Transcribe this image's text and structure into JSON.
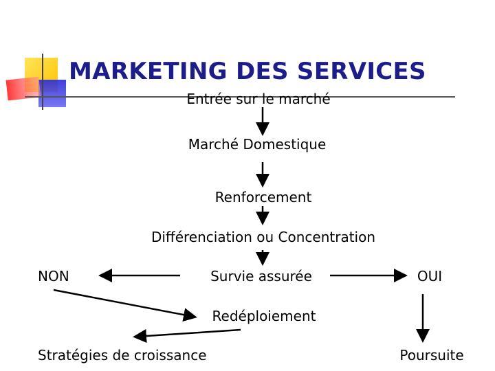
{
  "slide": {
    "title": "MARKETING DES SERVICES"
  },
  "flow": {
    "entree": "Entrée sur le marché",
    "domestique": "Marché Domestique",
    "renforcement": "Renforcement",
    "differenciation": "Différenciation ou Concentration",
    "non": "NON",
    "survie": "Survie assurée",
    "oui": "OUI",
    "redeploiement": "Redéploiement",
    "strategies": "Stratégies de croissance",
    "poursuite": "Poursuite"
  },
  "colors": {
    "title": "#1c1c8a",
    "logo_yellow": "#ffd21f",
    "logo_red": "#ff4b4b",
    "logo_blue": "#3333dd",
    "rule": "#555555"
  }
}
